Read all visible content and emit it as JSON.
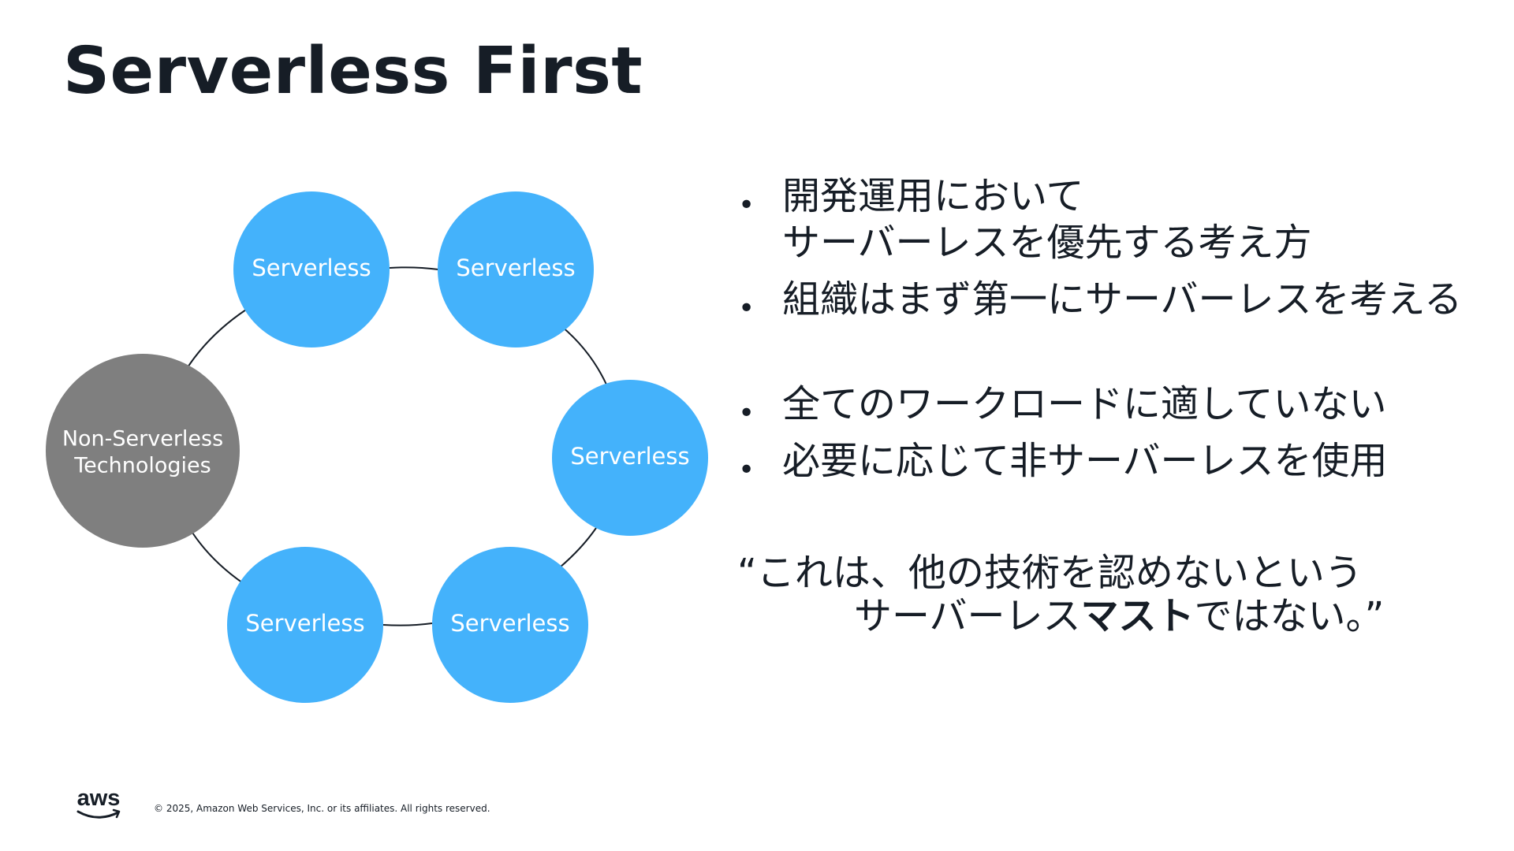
{
  "title": "Serverless First",
  "diagram": {
    "center_node": {
      "line1": "Non-Serverless",
      "line2": "Technologies"
    },
    "nodes": [
      "Serverless",
      "Serverless",
      "Serverless",
      "Serverless",
      "Serverless"
    ],
    "colors": {
      "serverless": "#44b2fb",
      "non_serverless": "#7f7f7f",
      "ring": "#161d26"
    }
  },
  "bullets_group1": [
    {
      "line1": "開発運用において",
      "line2": "サーバーレスを優先する考え方"
    },
    {
      "line1": "組織はまず第一にサーバーレスを考える"
    }
  ],
  "bullets_group2": [
    {
      "line1": "全てのワークロードに適していない"
    },
    {
      "line1": "必要に応じて非サーバーレスを使用"
    }
  ],
  "quote": {
    "line1": "“これは、他の技術を認めないという",
    "line2_pre": "サーバーレス",
    "line2_bold": "マスト",
    "line2_post": "ではない。”"
  },
  "footer": {
    "logo_text": "aws",
    "copyright": "© 2025, Amazon Web Services, Inc. or its affiliates. All rights reserved."
  }
}
